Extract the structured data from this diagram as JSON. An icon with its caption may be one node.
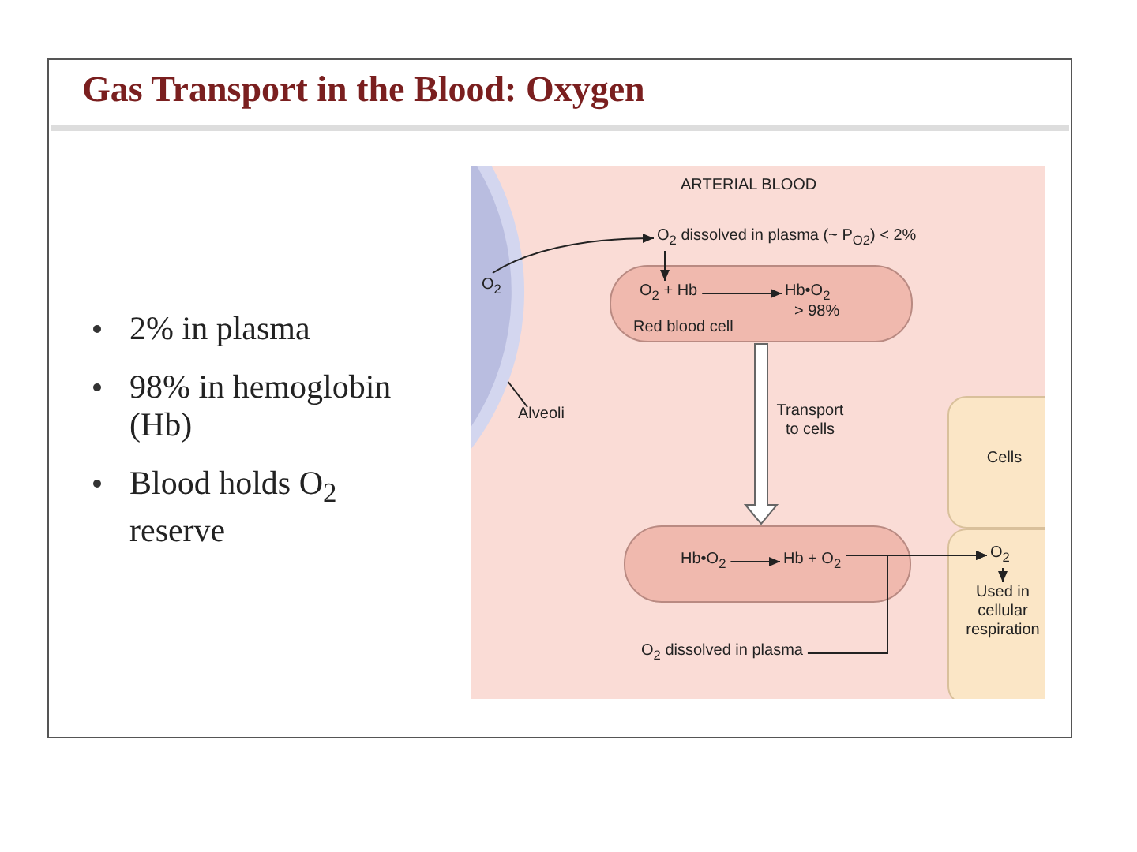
{
  "diagram": {
    "title": "Gas Transport in the Blood: Oxygen",
    "nodes": [
      {
        "text": [
          "O$_{2}$"
        ],
        "in": 2
      },
      {
        "text": [
          "Alveoli"
        ],
        "in": 2
      },
      {
        "text": [
          "ARTERIAL BLOOD"
        ]
      },
      {
        "text": [
          "O$_{2}$ dissolved in plasma (~ P$_{O2}$) < 2%"
        ],
        "in": 2
      },
      {
        "text": [
          "Red blood cell"
        ],
        "in": 2
      },
      {
        "text": [
          "O$_{2}$ + Hb"
        ],
        "in": 4
      },
      {
        "text": [
          "Hb•O$_{2}$"
        ],
        "beside": [
          "> 98%"
        ],
        "in": 4
      },
      {
        "text": [
          "Hb•O$_{2}$"
        ],
        "in": 8
      },
      {
        "text": [],
        "shape": "capsule",
        "in": 2
      },
      {
        "text": [
          "Hb + O$_{2}$"
        ],
        "in": 8
      },
      {
        "text": [
          "Cells"
        ],
        "in": 2
      },
      {
        "text": [],
        "shape": "box",
        "in": 2
      },
      {
        "text": [
          "O$_{2}$"
        ],
        "in": 11
      },
      {
        "text": [
          "Used in cellular respiration"
        ],
        "in": 11
      },
      {
        "text": [
          "O$_{2}$ dissolved in plasma"
        ],
        "in": 2
      }
    ],
    "edges": [
      {
        "from": 0,
        "to": 3,
        "arrow": "to"
      },
      {
        "from": 3,
        "to": 5,
        "arrow": "to"
      },
      {
        "from": 5,
        "to": 6,
        "arrow": "to"
      },
      {
        "from": 4,
        "to": 8,
        "arrow": "to",
        "label": "Transport to cells",
        "style": "thick"
      },
      {
        "from": 7,
        "to": 9,
        "arrow": "to"
      },
      {
        "from": 9,
        "to": 12,
        "arrow": "to"
      },
      {
        "from": 14,
        "to": 12,
        "arrow": "to"
      },
      {
        "from": 12,
        "to": 13,
        "arrow": "to"
      },
      {
        "from": 1,
        "to": 0,
        "arrow": "none"
      }
    ],
    "labels": [
      "2% in plasma",
      "98% in hemoglobin (Hb)",
      "Blood holds O$_{2}$ reserve"
    ]
  }
}
